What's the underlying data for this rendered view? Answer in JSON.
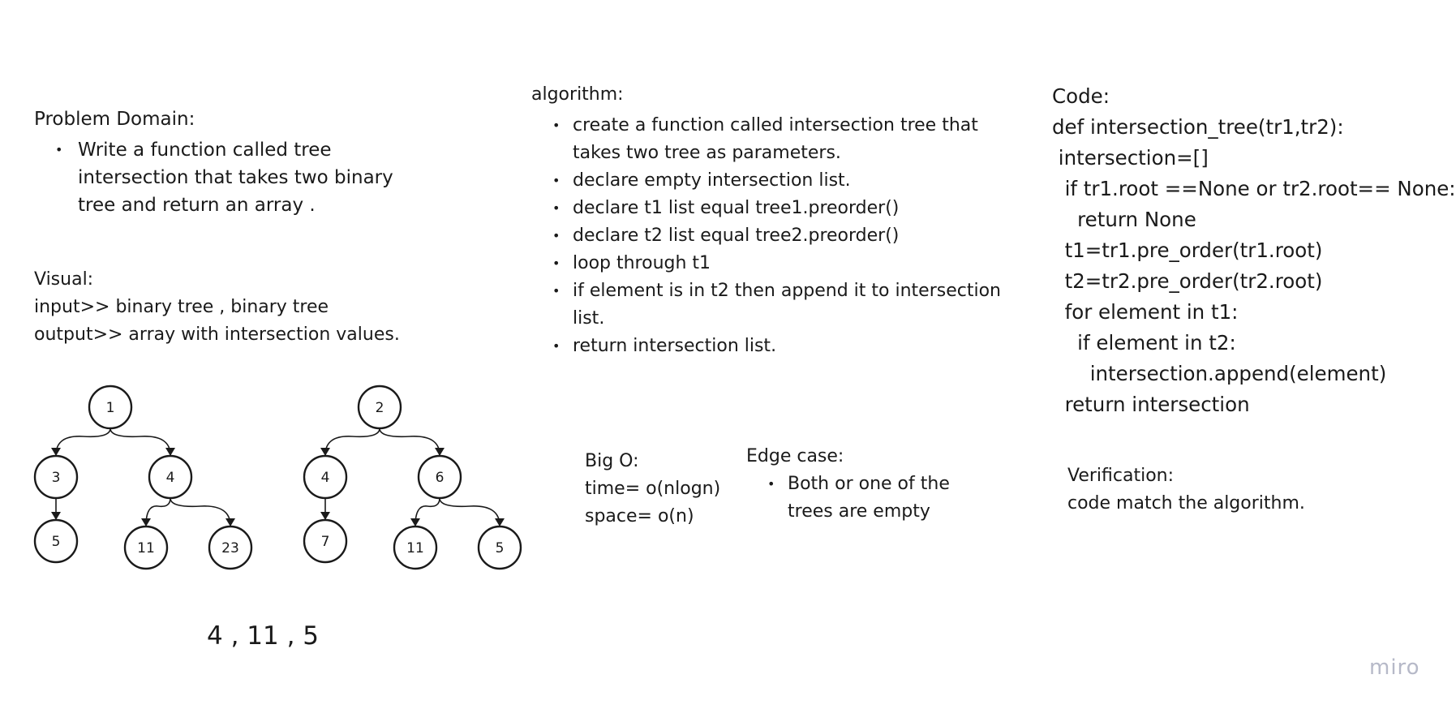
{
  "problem_domain": {
    "heading": "Problem Domain:",
    "bullets": [
      "Write a function called tree intersection that takes two binary tree and return an array ."
    ]
  },
  "visual": {
    "heading": "Visual:",
    "input": "input>> binary tree , binary tree",
    "output": "output>> array with intersection values."
  },
  "algorithm": {
    "heading": "algorithm:",
    "steps": [
      "create a function called intersection tree that takes two tree as parameters.",
      "declare empty intersection list.",
      "declare t1 list equal tree1.preorder()",
      "declare t2 list equal tree2.preorder()",
      "loop through t1",
      "if element is in t2 then append it to intersection list.",
      "return intersection list."
    ]
  },
  "big_o": {
    "heading": "Big O:",
    "time": "time= o(nlogn)",
    "space": "space= o(n)"
  },
  "edge_case": {
    "heading": "Edge case:",
    "bullets": [
      "Both or one of the trees are empty"
    ]
  },
  "code": {
    "heading": "Code:",
    "lines": [
      "def intersection_tree(tr1,tr2):",
      " intersection=[]",
      "  if tr1.root ==None or tr2.root== None:",
      "    return None",
      "  t1=tr1.pre_order(tr1.root)",
      "  t2=tr2.pre_order(tr2.root)",
      "  for element in t1:",
      "    if element in t2:",
      "      intersection.append(element)",
      "  return intersection"
    ]
  },
  "verification": {
    "heading": "Verification:",
    "text": "code match the algorithm."
  },
  "trees": [
    {
      "nodes": [
        {
          "id": "a1",
          "label": "1"
        },
        {
          "id": "a3",
          "label": "3"
        },
        {
          "id": "a4",
          "label": "4"
        },
        {
          "id": "a5",
          "label": "5"
        },
        {
          "id": "a11",
          "label": "11"
        },
        {
          "id": "a23",
          "label": "23"
        }
      ],
      "edges": [
        [
          "a1",
          "a3"
        ],
        [
          "a1",
          "a4"
        ],
        [
          "a3",
          "a5"
        ],
        [
          "a4",
          "a11"
        ],
        [
          "a4",
          "a23"
        ]
      ]
    },
    {
      "nodes": [
        {
          "id": "b2",
          "label": "2"
        },
        {
          "id": "b4",
          "label": "4"
        },
        {
          "id": "b6",
          "label": "6"
        },
        {
          "id": "b7",
          "label": "7"
        },
        {
          "id": "b11",
          "label": "11"
        },
        {
          "id": "b5",
          "label": "5"
        }
      ],
      "edges": [
        [
          "b2",
          "b4"
        ],
        [
          "b2",
          "b6"
        ],
        [
          "b4",
          "b7"
        ],
        [
          "b6",
          "b11"
        ],
        [
          "b6",
          "b5"
        ]
      ]
    }
  ],
  "result": "4 , 11 , 5",
  "watermark": "miro",
  "colors": {
    "text": "#1a1a1a",
    "watermark": "#b6b9c8",
    "background": "#ffffff"
  }
}
